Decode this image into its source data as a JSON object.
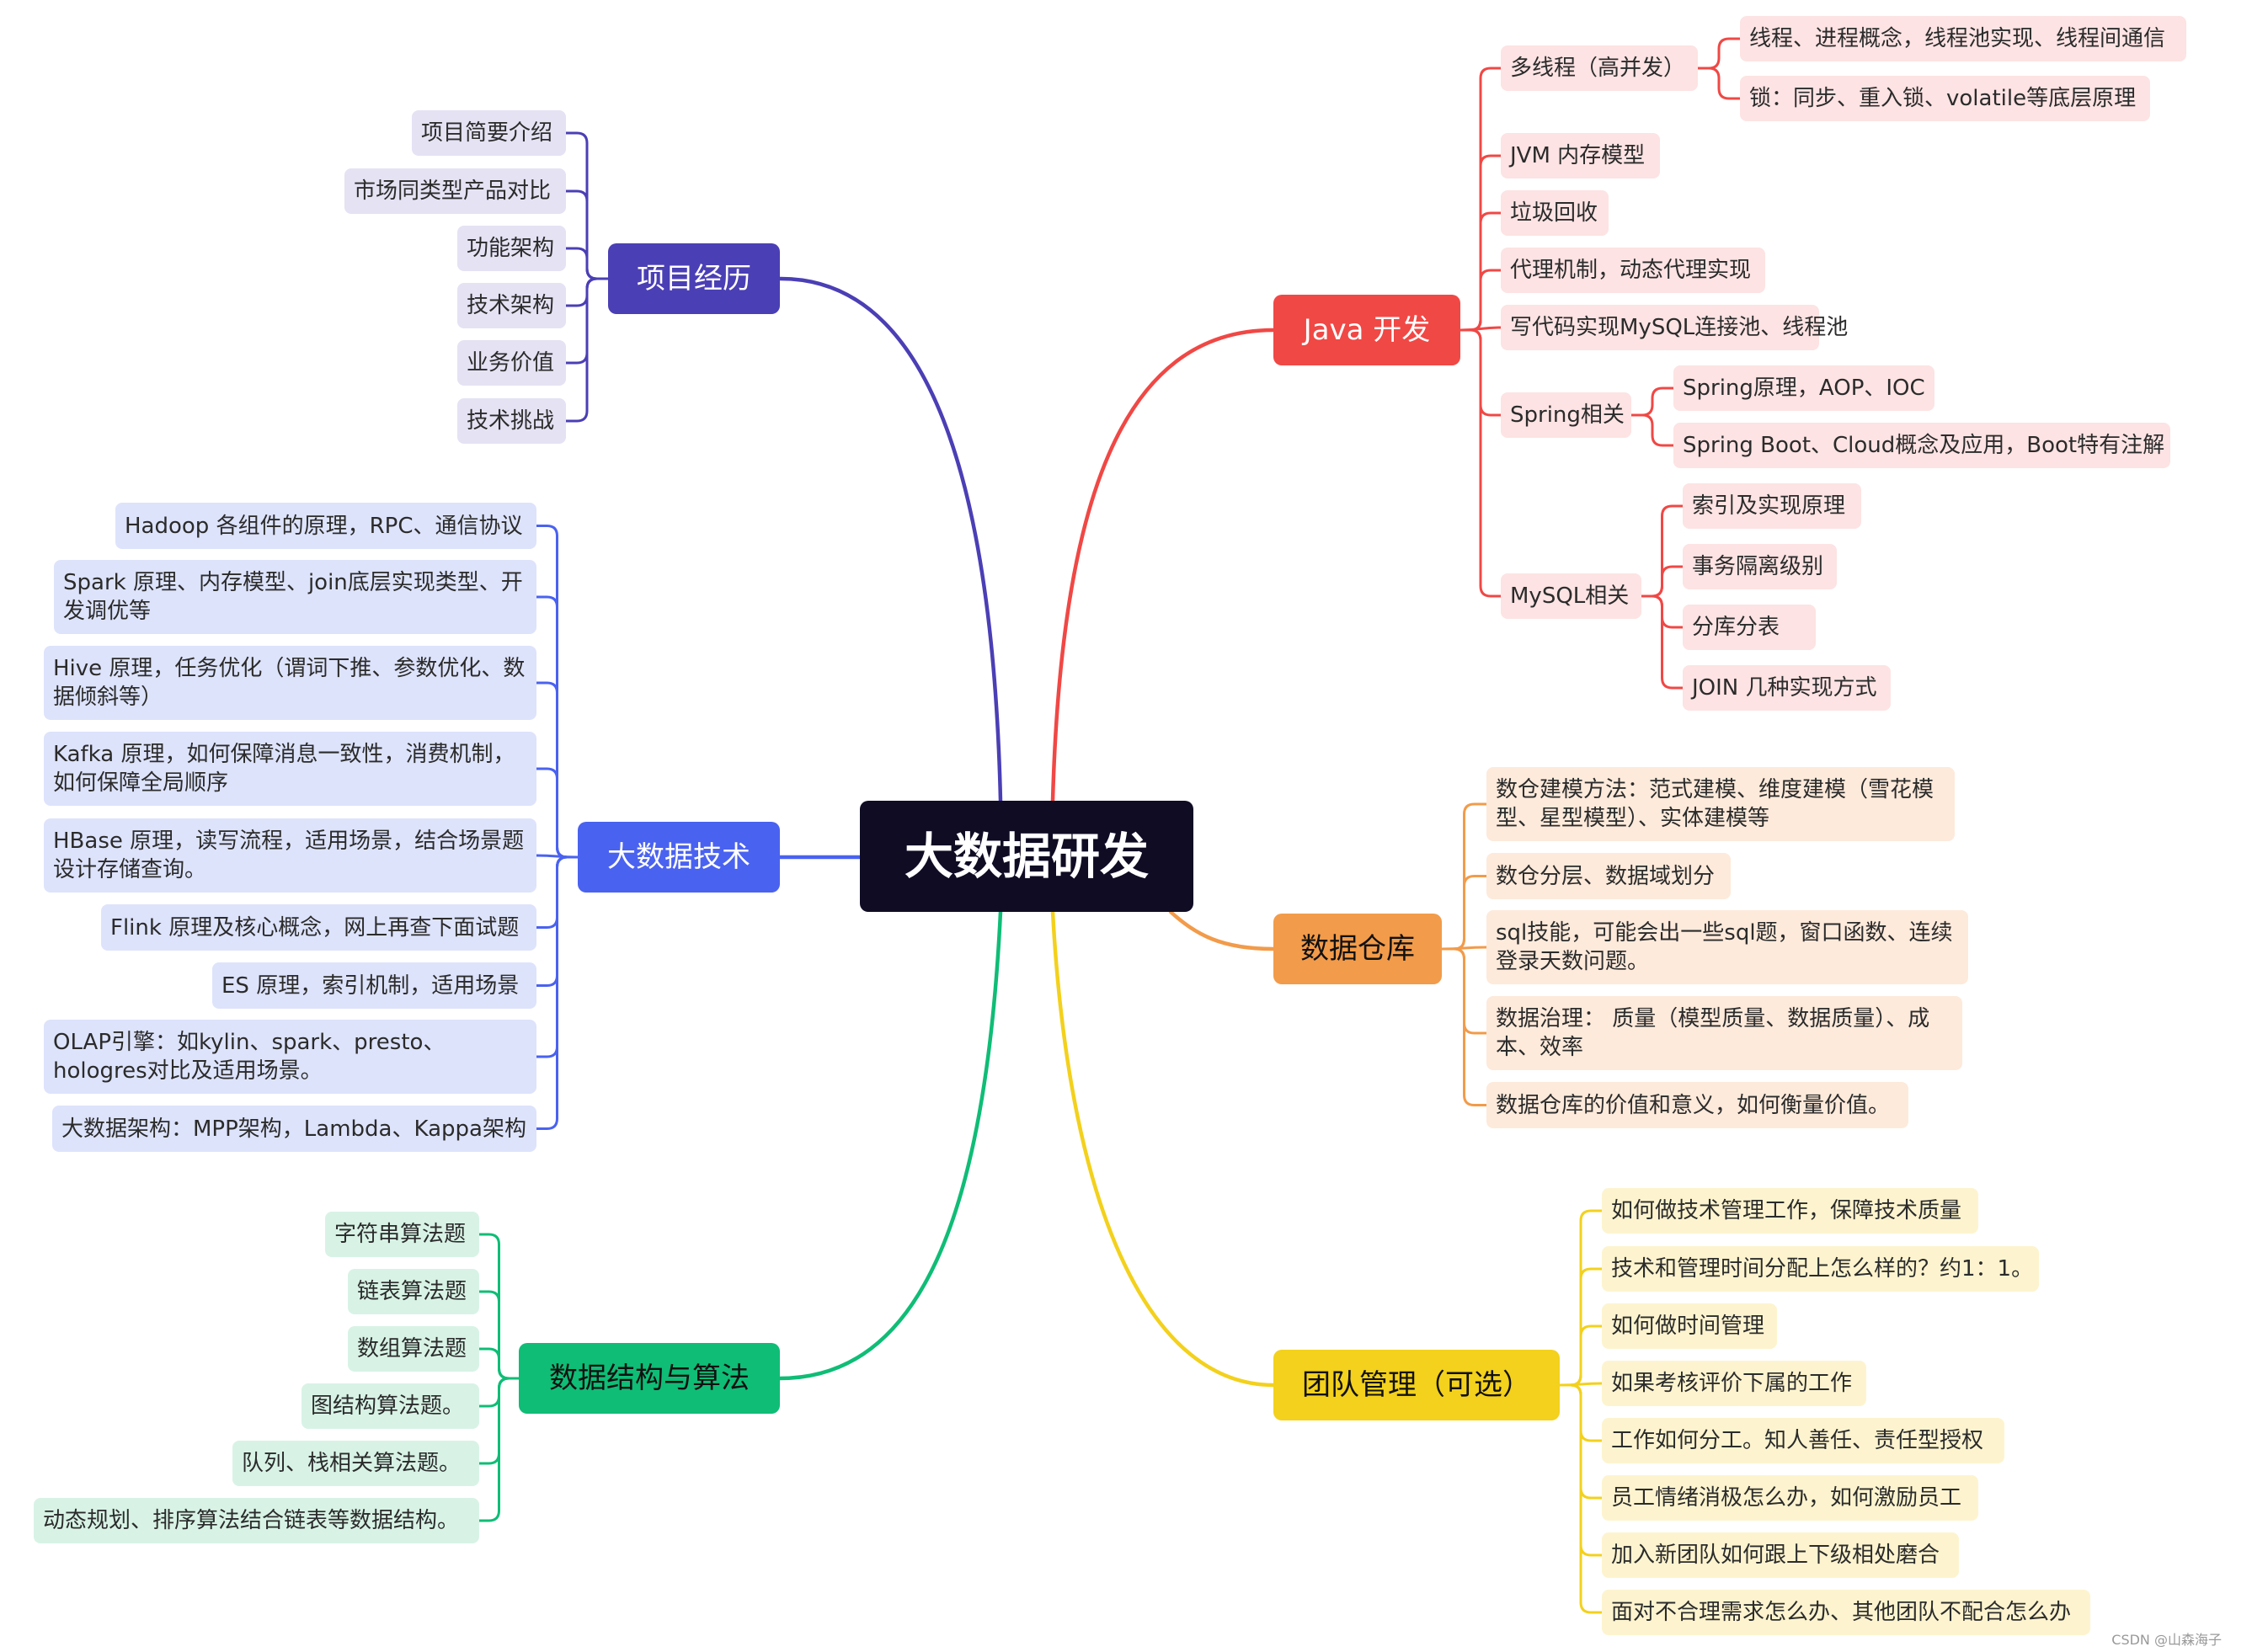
{
  "center": "大数据研发",
  "branches": [
    {
      "id": "project",
      "label": "项目经历",
      "color": "#4b3fb5",
      "light": "#e4e2f3",
      "textColor": "#ffffff",
      "children": [
        "项目简要介绍",
        "市场同类型产品对比",
        "功能架构",
        "技术架构",
        "业务价值",
        "技术挑战"
      ]
    },
    {
      "id": "bigdata",
      "label": "大数据技术",
      "color": "#4a62f0",
      "light": "#dde3fb",
      "textColor": "#ffffff",
      "children": [
        "Hadoop 各组件的原理，RPC、通信协议",
        "Spark 原理、内存模型、join底层实现类型、开发调优等",
        "Hive 原理，任务优化（谓词下推、参数优化、数据倾斜等）",
        "Kafka 原理，如何保障消息一致性，消费机制，如何保障全局顺序",
        "HBase 原理，读写流程，适用场景，结合场景题设计存储查询。",
        "Flink 原理及核心概念，网上再查下面试题",
        "ES 原理，索引机制，适用场景",
        "OLAP引擎：如kylin、spark、presto、hologres对比及适用场景。",
        "大数据架构：MPP架构，Lambda、Kappa架构"
      ]
    },
    {
      "id": "algo",
      "label": "数据结构与算法",
      "color": "#0fbd76",
      "light": "#d8f3e6",
      "textColor": "#111111",
      "children": [
        "字符串算法题",
        "链表算法题",
        "数组算法题",
        "图结构算法题。",
        "队列、栈相关算法题。",
        "动态规划、排序算法结合链表等数据结构。"
      ]
    },
    {
      "id": "java",
      "label": "Java 开发",
      "color": "#f04845",
      "light": "#fde3e3",
      "textColor": "#ffffff",
      "children": [
        {
          "label": "多线程（高并发）",
          "children": [
            "线程、进程概念，线程池实现、线程间通信",
            "锁：同步、重入锁、volatile等底层原理"
          ]
        },
        {
          "label": "JVM 内存模型"
        },
        {
          "label": "垃圾回收"
        },
        {
          "label": "代理机制，动态代理实现"
        },
        {
          "label": "写代码实现MySQL连接池、线程池"
        },
        {
          "label": "Spring相关",
          "children": [
            "Spring原理，AOP、IOC",
            "Spring Boot、Cloud概念及应用，Boot特有注解"
          ]
        },
        {
          "label": "MySQL相关",
          "children": [
            "索引及实现原理",
            "事务隔离级别",
            "分库分表",
            "JOIN 几种实现方式"
          ]
        }
      ]
    },
    {
      "id": "dw",
      "label": "数据仓库",
      "color": "#f29b4a",
      "light": "#fdeadb",
      "textColor": "#111111",
      "children": [
        "数仓建模方法：范式建模、维度建模（雪花模型、星型模型）、实体建模等",
        "数仓分层、数据域划分",
        "sql技能，可能会出一些sql题，窗口函数、连续登录天数问题。",
        "数据治理： 质量（模型质量、数据质量）、成本、效率",
        "数据仓库的价值和意义，如何衡量价值。"
      ]
    },
    {
      "id": "team",
      "label": "团队管理（可选）",
      "color": "#f3d11c",
      "light": "#fdf4cf",
      "textColor": "#111111",
      "children": [
        "如何做技术管理工作，保障技术质量",
        "技术和管理时间分配上怎么样的？约1：1。",
        "如何做时间管理",
        "如果考核评价下属的工作",
        "工作如何分工。知人善任、责任型授权",
        "员工情绪消极怎么办，如何激励员工",
        "加入新团队如何跟上下级相处磨合",
        "面对不合理需求怎么办、其他团队不配合怎么办"
      ]
    }
  ],
  "watermark": "CSDN @山森海子"
}
